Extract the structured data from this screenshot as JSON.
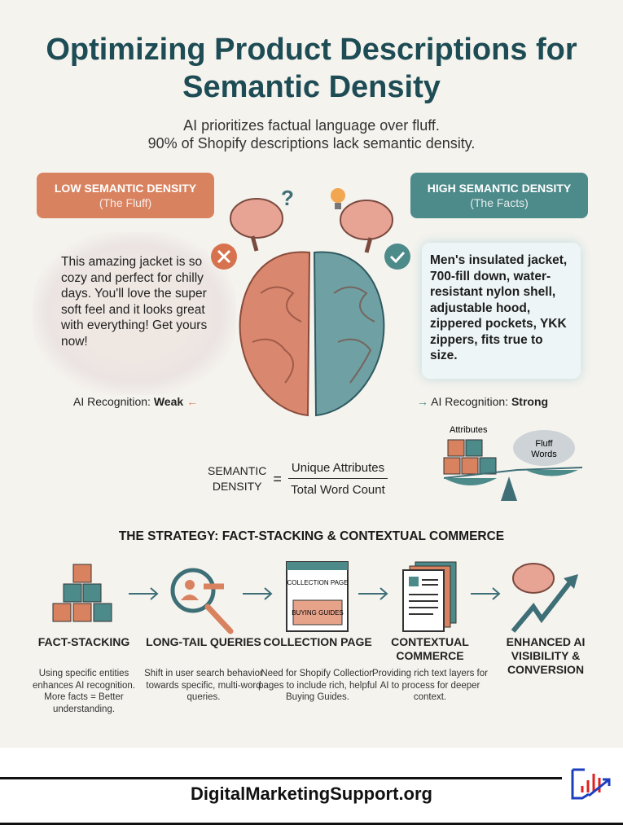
{
  "title": "Optimizing Product Descriptions for Semantic Density",
  "subtitle_1": "AI prioritizes factual language over fluff.",
  "subtitle_2": "90% of Shopify descriptions lack semantic density.",
  "low": {
    "label": "LOW SEMANTIC DENSITY",
    "sub": "(The Fluff)",
    "text": "This amazing jacket is so cozy and perfect for chilly days. You'll love the super soft feel and it looks great with everything! Get yours now!",
    "recognition_prefix": "AI Recognition: ",
    "recognition_value": "Weak",
    "color": "#d9825f"
  },
  "high": {
    "label": "HIGH SEMANTIC DENSITY",
    "sub": "(The Facts)",
    "text": "Men's insulated jacket, 700-fill down, water-resistant nylon shell, adjustable hood, zippered pockets, YKK zippers, fits true to size.",
    "recognition_prefix": "AI Recognition: ",
    "recognition_value": "Strong",
    "color": "#4d8a8a"
  },
  "formula": {
    "left_1": "SEMANTIC",
    "left_2": "DENSITY",
    "equals": "=",
    "numerator": "Unique Attributes",
    "denominator": "Total Word Count"
  },
  "scale": {
    "left_label": "Attributes",
    "right_label_1": "Fluff",
    "right_label_2": "Words"
  },
  "strategy": {
    "title": "THE STRATEGY: FACT-STACKING & CONTEXTUAL COMMERCE",
    "steps": [
      {
        "title": "FACT-STACKING",
        "desc": "Using specific entities enhances AI recognition. More facts = Better understanding.",
        "icon": "stacked-cubes-icon"
      },
      {
        "title": "LONG-TAIL QUERIES",
        "desc": "Shift in user search behavior towards specific, multi-word queries.",
        "icon": "magnifier-user-icon"
      },
      {
        "title": "COLLECTION PAGE",
        "desc": "Need for Shopify Collection pages to include rich, helpful Buying Guides.",
        "icon": "browser-page-icon",
        "icon_text_1": "COLLECTION PAGE",
        "icon_text_2": "BUYING GUIDES"
      },
      {
        "title": "CONTEXTUAL COMMERCE",
        "desc": "Providing rich text layers for AI to process for deeper context.",
        "icon": "documents-icon"
      },
      {
        "title": "ENHANCED AI VISIBILITY & CONVERSION",
        "desc": "",
        "icon": "brain-growth-icon"
      }
    ]
  },
  "footer": {
    "site": "DigitalMarketingSupport.org"
  }
}
